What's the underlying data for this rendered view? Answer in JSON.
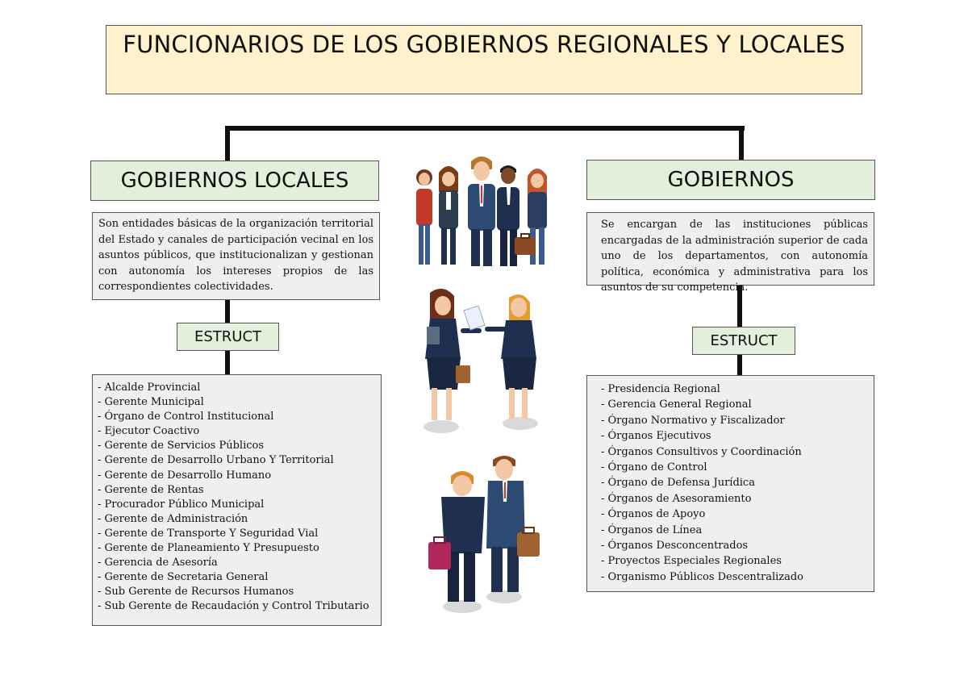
{
  "title": "FUNCIONARIOS DE LOS GOBIERNOS REGIONALES Y LOCALES",
  "left": {
    "heading": "GOBIERNOS LOCALES",
    "description": "Son entidades básicas de la organización territorial del Estado y canales de participación vecinal en los asuntos públicos, que institucionalizan y gestionan con autonomía los intereses propios de las correspondientes colectividades.",
    "estruct_label": "ESTRUCT",
    "items": [
      "- Alcalde Provincial",
      "- Gerente Municipal",
      "- Órgano de Control Institucional",
      "- Ejecutor Coactivo",
      "- Gerente de Servicios Públicos",
      "- Gerente de Desarrollo Urbano Y Territorial",
      "- Gerente de Desarrollo Humano",
      "- Gerente de Rentas",
      "- Procurador Público Municipal",
      "- Gerente de Administración",
      "- Gerente de Transporte Y Seguridad Vial",
      "- Gerente de Planeamiento Y Presupuesto",
      "- Gerencia de Asesoría",
      "- Gerente de Secretaria General",
      "- Sub Gerente de Recursos Humanos",
      "- Sub Gerente de Recaudación y Control Tributario"
    ]
  },
  "right": {
    "heading": "GOBIERNOS",
    "description": "Se encargan de las instituciones públicas encargadas de la administración superior de cada uno de los departamentos, con autonomía política, económica y administrativa para los asuntos de su competencia.",
    "estruct_label": "ESTRUCT",
    "items": [
      "- Presidencia Regional",
      "- Gerencia General Regional",
      "- Órgano Normativo y Fiscalizador",
      "- Órganos Ejecutivos",
      "- Órganos Consultivos y Coordinación",
      "- Órgano de Control",
      "- Órgano de Defensa Jurídica",
      "- Órganos de Asesoramiento",
      "- Órganos de Apoyo",
      "- Órganos de Línea",
      "- Órganos Desconcentrados",
      "- Proyectos Especiales Regionales",
      "- Organismo Públicos Descentralizado"
    ]
  },
  "illustrations": [
    "business-team-icon",
    "businesswomen-handshake-icon",
    "businessmen-handshake-icon"
  ],
  "colors": {
    "title_bg": "#fff2cc",
    "heading_bg": "#e2efda",
    "box_bg": "#efefef",
    "connector": "#111111",
    "suit": "#1f2f4f"
  }
}
